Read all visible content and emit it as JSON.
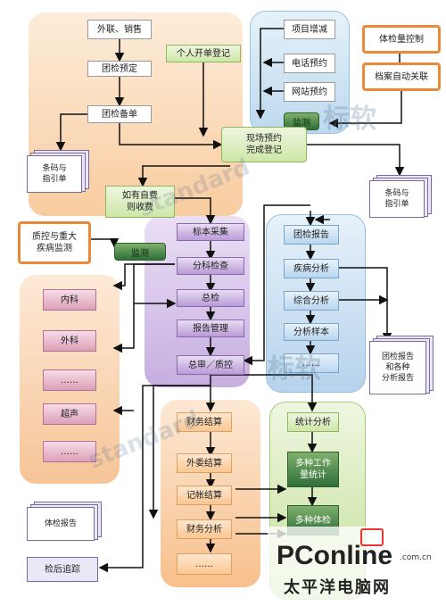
{
  "boxes": {
    "external_sales": "外联、销售",
    "group_booking": "团检预定",
    "group_registration": "团检备单",
    "personal_registration": "个人开单登记",
    "project_addition": "项目增减",
    "phone_booking": "电话预约",
    "web_booking": "网站预约",
    "onsite_completion": "现场预约\n完成登记",
    "self_pay": "如有自费\n则收费",
    "sample_collection": "标本采集",
    "lab_check": "分科检查",
    "summary_check": "总检",
    "report_management": "报告管理",
    "final_review": "总审／质控",
    "group_report": "团检报告",
    "disease_analysis": "疾病分析",
    "comprehensive_analysis": "综合分析",
    "analysis_sample": "分析样本",
    "blue_more": "……",
    "internal_medicine": "内科",
    "external_medicine": "外科",
    "pink_dots": "……",
    "ultrasound": "超声",
    "pink_dots2": "……",
    "finance_settlement": "财务结算",
    "outsourced_settlement": "外委结算",
    "billing_settlement": "记帐结算",
    "finance_analysis": "财务分析",
    "orange_more": "……",
    "statistics_analysis": "统计分析",
    "workload_stats": "多种工作\n量统计",
    "exam_stats": "多种体检",
    "exam_quality_control": "体检量控制",
    "archive_auto_link": "档案自动关联",
    "qc_major_disease": "质控与重大\n疾病监测"
  },
  "docs": {
    "barcode_guide_left": "条码与\n指引单",
    "barcode_guide_right": "条码与\n指引单",
    "reports": "团检报告\n和各种\n分析报告",
    "exam_report": "体检报告",
    "follow_up": "检后追踪"
  },
  "chips": {
    "monitor_top": "监测",
    "monitor_mid": "监测"
  },
  "watermark": {
    "brand_cn": "标软",
    "brand_en": "standard",
    "pconline": "PConline",
    "pconline_domain": ".com.cn",
    "pconline_cn": "太平洋电脑网"
  }
}
